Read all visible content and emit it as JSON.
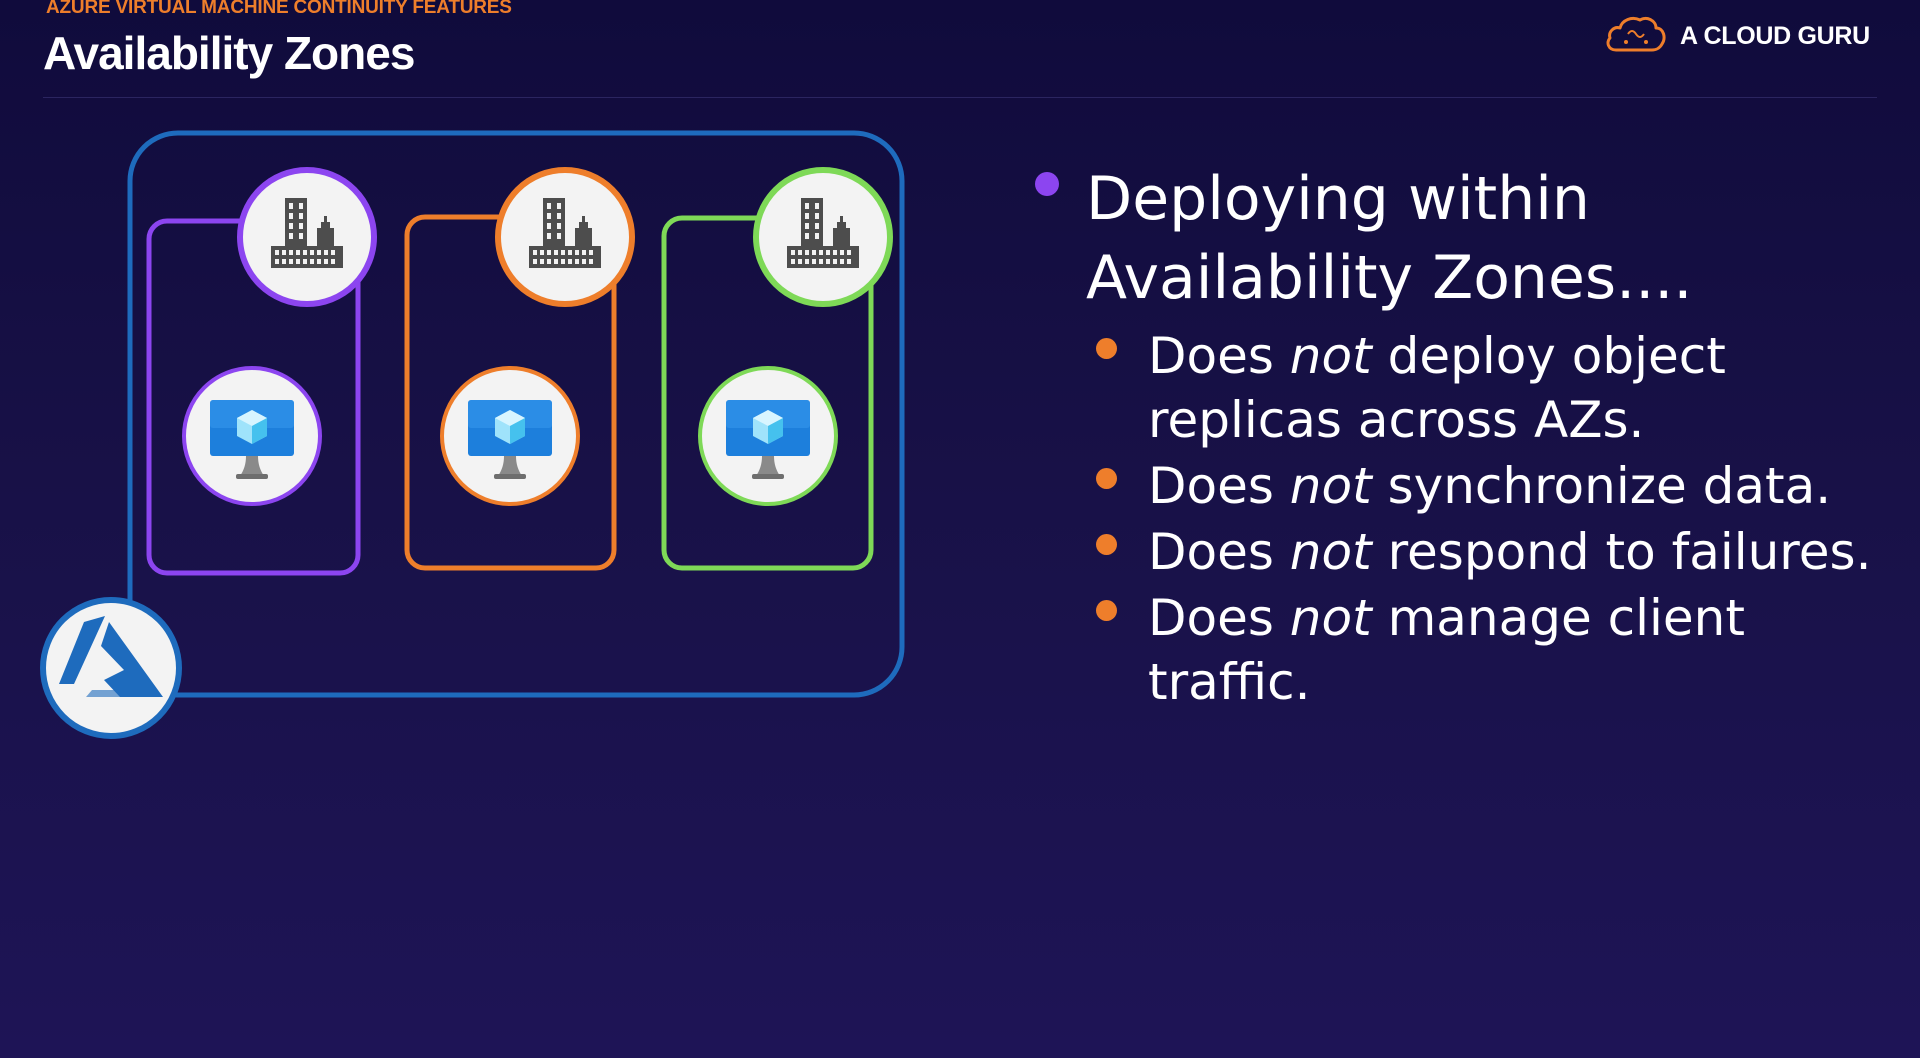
{
  "header": {
    "eyebrow": "AZURE VIRTUAL MACHINE CONTINUITY FEATURES",
    "title": "Availability Zones"
  },
  "brand": {
    "name": "A CLOUD GURU",
    "icon": "cloud-logo-icon"
  },
  "diagram": {
    "region_icon": "azure-logo-icon",
    "region_color": "#1e6bbd",
    "zones": [
      {
        "color": "#8c45f0",
        "datacenter_icon": "building-icon",
        "vm_icon": "virtual-machine-icon"
      },
      {
        "color": "#ee7e2b",
        "datacenter_icon": "building-icon",
        "vm_icon": "virtual-machine-icon"
      },
      {
        "color": "#7ed957",
        "datacenter_icon": "building-icon",
        "vm_icon": "virtual-machine-icon"
      }
    ]
  },
  "content": {
    "main_bullet": "Deploying within Availability Zones....",
    "sub_bullets": [
      {
        "before": "Does ",
        "emphasis": "not",
        "after": " deploy object replicas across AZs."
      },
      {
        "before": "Does ",
        "emphasis": "not",
        "after": " synchronize data."
      },
      {
        "before": "Does ",
        "emphasis": "not",
        "after": " respond to failures."
      },
      {
        "before": "Does ",
        "emphasis": "not",
        "after": " manage client traffic."
      }
    ]
  },
  "colors": {
    "accent_orange": "#ee7e2b",
    "accent_purple": "#8c45f0",
    "accent_green": "#7ed957",
    "azure_blue": "#1e6bbd"
  }
}
